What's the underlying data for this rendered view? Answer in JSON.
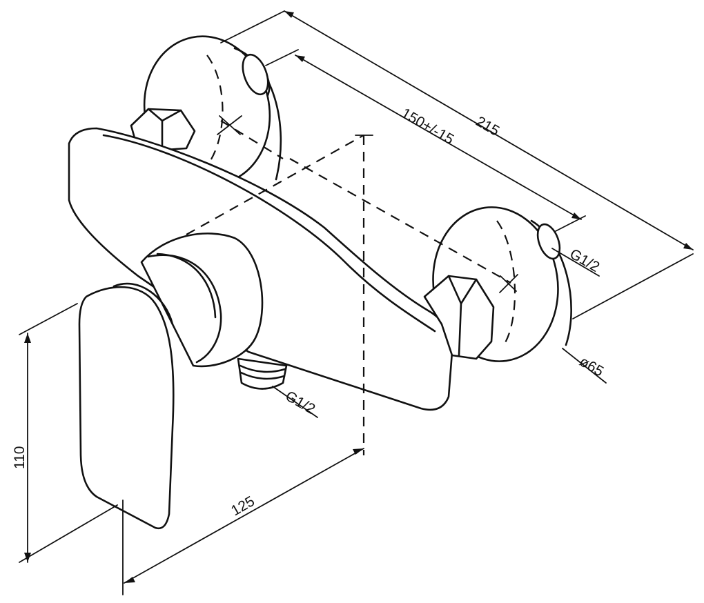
{
  "dimensions": {
    "overall_length": "215",
    "center_distance": "150+/-15",
    "height": "110",
    "depth": "125",
    "rosette_diameter": "ø65",
    "inlet_thread": "G1/2",
    "outlet_thread": "G1/2"
  }
}
